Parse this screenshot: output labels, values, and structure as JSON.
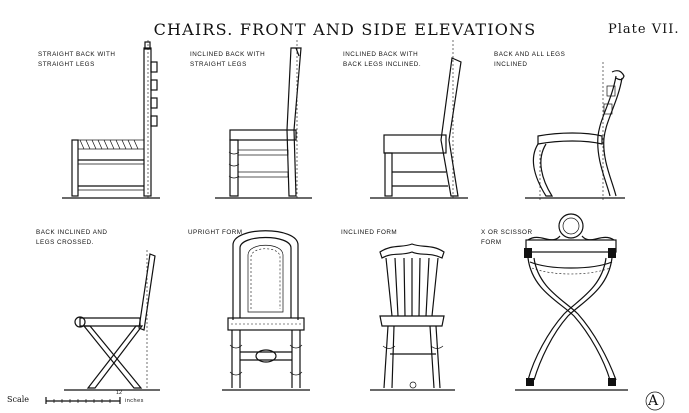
{
  "plate": {
    "title": "CHAIRS. FRONT AND SIDE ELEVATIONS",
    "plate_number": "Plate VII."
  },
  "captions": {
    "c1_line1": "Straight back with",
    "c1_line2": "straight legs",
    "c2_line1": "Inclined back with",
    "c2_line2": "straight legs",
    "c3_line1": "Inclined back with",
    "c3_line2": "back legs inclined.",
    "c4_line1": "Back and all legs",
    "c4_line2": "inclined",
    "c5_line1": "Back inclined and",
    "c5_line2": "legs crossed.",
    "c6_line1": "Upright form",
    "c7_line1": "Inclined form",
    "c8_line1": "X or scissor",
    "c8_line2": "form"
  },
  "scale": {
    "label": "Scale",
    "tick_end": "12",
    "unit": "inches"
  },
  "monogram": "A"
}
